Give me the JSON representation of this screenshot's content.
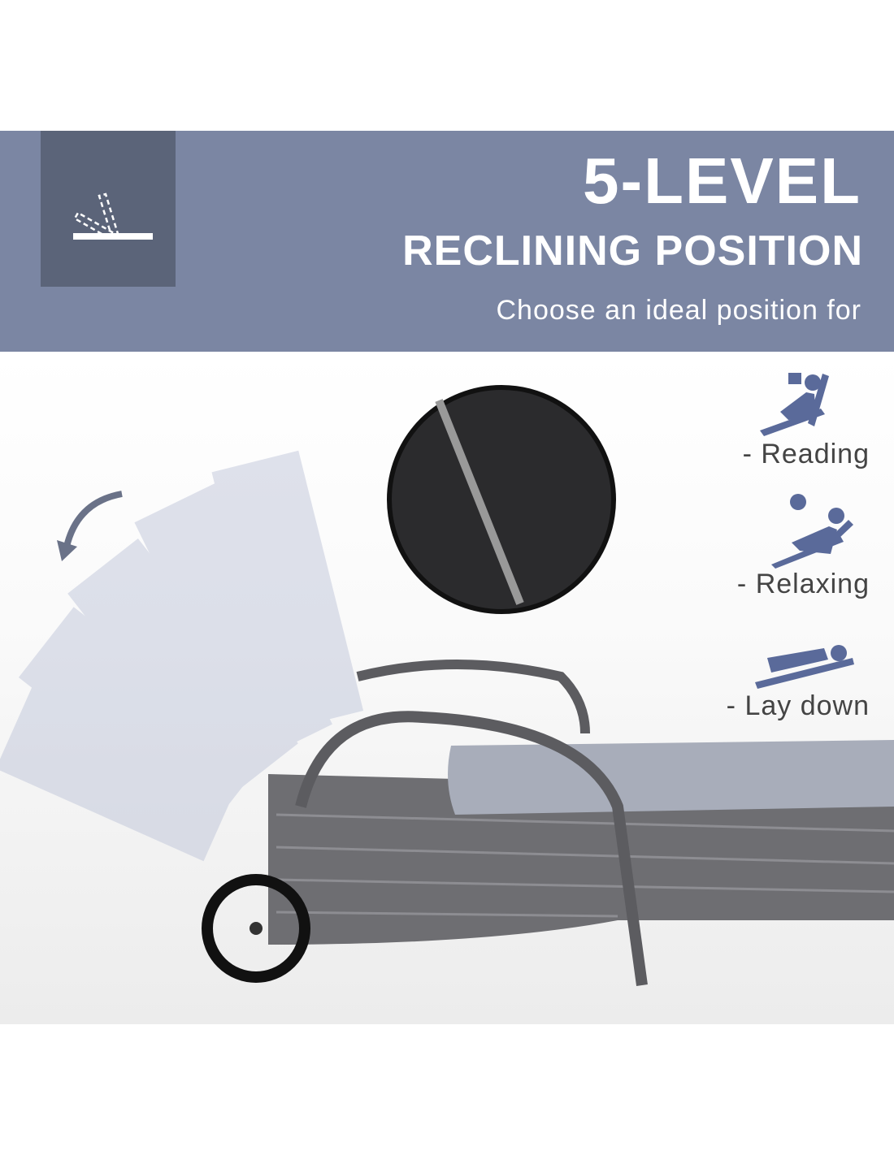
{
  "banner": {
    "title_line1": "5-LEVEL",
    "title_line2": "RECLINING POSITION",
    "subtitle": "Choose an ideal position for",
    "icon": "reclining-backrest-icon",
    "color": "#7b86a3"
  },
  "positions": [
    {
      "label": "- Reading",
      "icon": "reading-person-icon"
    },
    {
      "label": "- Relaxing",
      "icon": "relaxing-person-icon"
    },
    {
      "label": "- Lay down",
      "icon": "lying-person-icon"
    }
  ],
  "colors": {
    "icon": "#5a6a9a",
    "cushion": "#a8adba",
    "rattan": "#6e6e72"
  }
}
